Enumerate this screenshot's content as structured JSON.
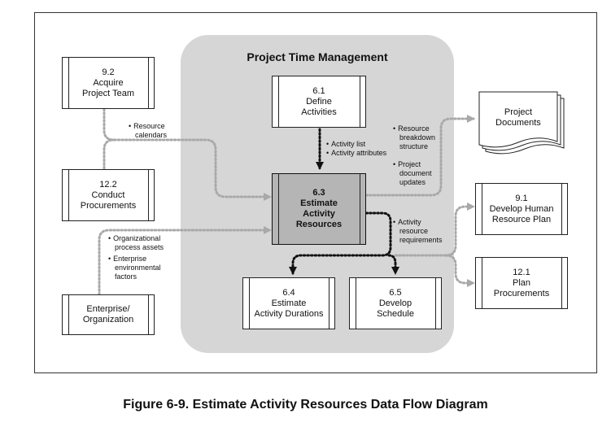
{
  "group_title": "Project Time Management",
  "boxes": {
    "b92": {
      "lines": [
        "9.2",
        "Acquire",
        "Project Team"
      ]
    },
    "b122": {
      "lines": [
        "12.2",
        "Conduct",
        "Procurements"
      ]
    },
    "benv": {
      "lines": [
        "Enterprise/",
        "Organization"
      ]
    },
    "b61": {
      "lines": [
        "6.1",
        "Define",
        "Activities"
      ]
    },
    "b63": {
      "lines": [
        "6.3",
        "Estimate",
        "Activity",
        "Resources"
      ]
    },
    "b64": {
      "lines": [
        "6.4",
        "Estimate",
        "Activity Durations"
      ]
    },
    "b65": {
      "lines": [
        "6.5",
        "Develop",
        "Schedule"
      ]
    },
    "bpd": {
      "lines": [
        "Project",
        "Documents"
      ]
    },
    "b91": {
      "lines": [
        "9.1",
        "Develop Human",
        "Resource Plan"
      ]
    },
    "b121": {
      "lines": [
        "12.1",
        "Plan",
        "Procurements"
      ]
    }
  },
  "notes": {
    "resource_calendars": [
      "Resource",
      "calendars"
    ],
    "activity": [
      "Activity list",
      "Activity attributes"
    ],
    "rbs": [
      "Resource",
      "breakdown",
      "structure"
    ],
    "doc_updates": [
      "Project",
      "document",
      "updates"
    ],
    "activity_req": [
      "Activity",
      "resource",
      "requirements"
    ],
    "opa": [
      "Organizational",
      "process assets"
    ],
    "eef": [
      "Enterprise",
      "environmental",
      "factors"
    ]
  },
  "caption": "Figure 6-9. Estimate Activity Resources Data Flow Diagram",
  "colors": {
    "group_bg": "#d6d6d6",
    "main_box": "#b5b5b5",
    "input_arrow": "#a9a9a9",
    "output_arrow": "#111111"
  }
}
